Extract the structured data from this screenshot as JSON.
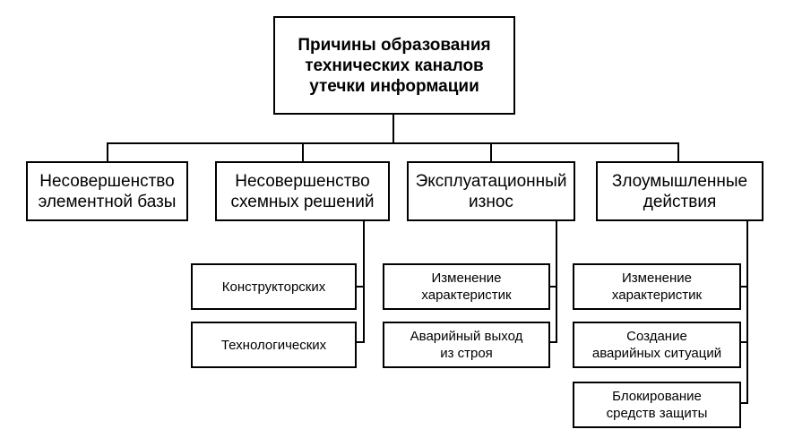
{
  "root": "Причины образования\nтехнических каналов\nутечки информации",
  "categories": [
    {
      "label": "Несовершенство\nэлементной базы",
      "children": []
    },
    {
      "label": "Несовершенство\nсхемных решений",
      "children": [
        "Конструкторских",
        "Технологических"
      ]
    },
    {
      "label": "Эксплуатационный\nизнос",
      "children": [
        "Изменение\nхарактеристик",
        "Аварийный выход\nиз строя"
      ]
    },
    {
      "label": "Злоумышленные\nдействия",
      "children": [
        "Изменение\nхарактеристик",
        "Создание\nаварийных ситуаций",
        "Блокирование\nсредств защиты"
      ]
    }
  ]
}
